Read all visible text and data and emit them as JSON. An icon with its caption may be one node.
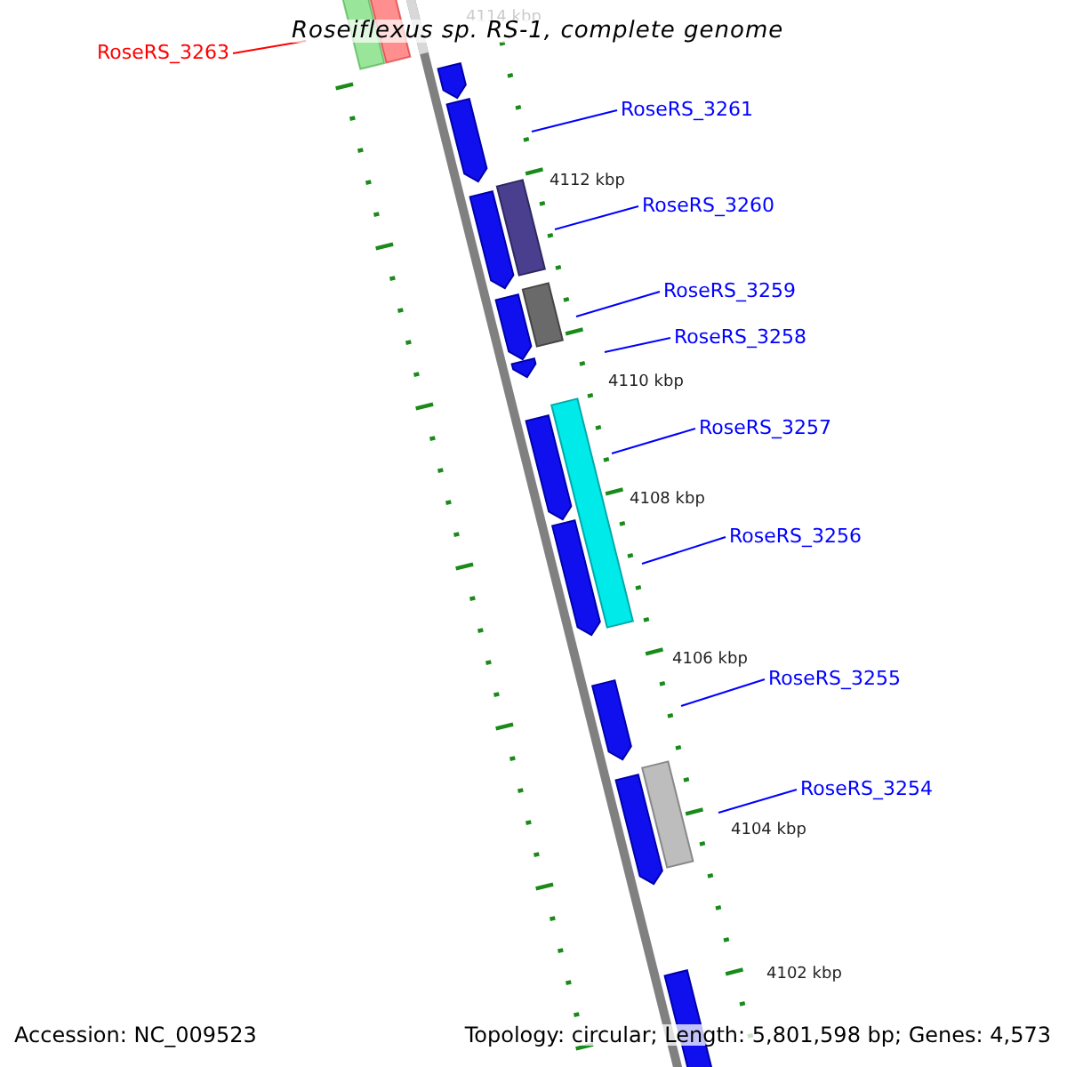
{
  "diagram": {
    "title": "Roseiflexus sp. RS-1, complete genome",
    "nodes": [
      {
        "text": [
          "RoseRS_3263"
        ]
      },
      {
        "text": [
          "RoseRS_3261"
        ]
      },
      {
        "text": [
          "RoseRS_3260"
        ]
      },
      {
        "text": [
          "RoseRS_3259"
        ]
      },
      {
        "text": [
          "RoseRS_3258"
        ]
      },
      {
        "text": [
          "RoseRS_3257"
        ]
      },
      {
        "text": [
          "RoseRS_3256"
        ]
      },
      {
        "text": [
          "RoseRS_3255"
        ]
      },
      {
        "text": [
          "RoseRS_3254"
        ]
      }
    ],
    "edges": [
      {
        "from": 0,
        "to": null,
        "arrow": "none",
        "color": "#ff0000"
      },
      {
        "from": 1,
        "to": null,
        "arrow": "none"
      },
      {
        "from": 2,
        "to": null,
        "arrow": "none"
      },
      {
        "from": 3,
        "to": null,
        "arrow": "none"
      },
      {
        "from": 4,
        "to": null,
        "arrow": "none"
      },
      {
        "from": 5,
        "to": null,
        "arrow": "none"
      },
      {
        "from": 6,
        "to": null,
        "arrow": "none"
      },
      {
        "from": 7,
        "to": null,
        "arrow": "none"
      },
      {
        "from": 8,
        "to": null,
        "arrow": "none"
      }
    ],
    "labels": [
      "4114 kbp",
      "4112 kbp",
      "4110 kbp",
      "4108 kbp",
      "4106 kbp",
      "4104 kbp",
      "4102 kbp",
      "Accession: NC_009523",
      "Topology: circular; Length: 5,801,598 bp; Genes: 4,573"
    ]
  }
}
